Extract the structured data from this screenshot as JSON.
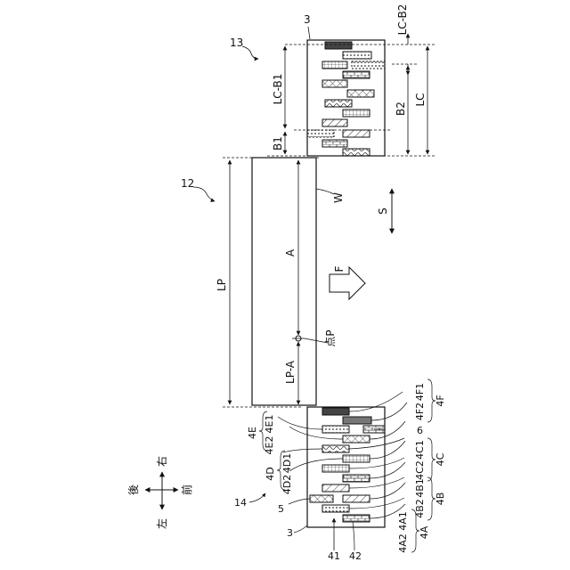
{
  "diagram": {
    "labels": {
      "ref_12": "12",
      "ref_13": "13",
      "ref_14": "14",
      "ref_3_top": "3",
      "ref_3_bottom": "3",
      "ref_41": "41",
      "ref_42": "42",
      "ref_5": "5",
      "ref_6": "6",
      "W": "W",
      "S": "S",
      "F": "F",
      "A": "A",
      "LP": "LP",
      "LP_A": "LP-A",
      "point_P": "点P",
      "LC": "LC",
      "LC_B1": "LC-B1",
      "LC_B2": "LC-B2",
      "B1": "B1",
      "B2": "B2",
      "4A": "4A",
      "4A1": "4A1",
      "4A2": "4A2",
      "4B": "4B",
      "4B1": "4B1",
      "4B2": "4B2",
      "4C": "4C",
      "4C1": "4C1",
      "4C2": "4C2",
      "4D": "4D",
      "4D1": "4D1",
      "4D2": "4D2",
      "4E": "4E",
      "4E1": "4E1",
      "4E2": "4E2",
      "4F": "4F",
      "4F1": "4F1",
      "4F2": "4F2"
    },
    "direction_labels": {
      "rear": "後",
      "front": "前",
      "left": "左",
      "right": "右"
    }
  }
}
